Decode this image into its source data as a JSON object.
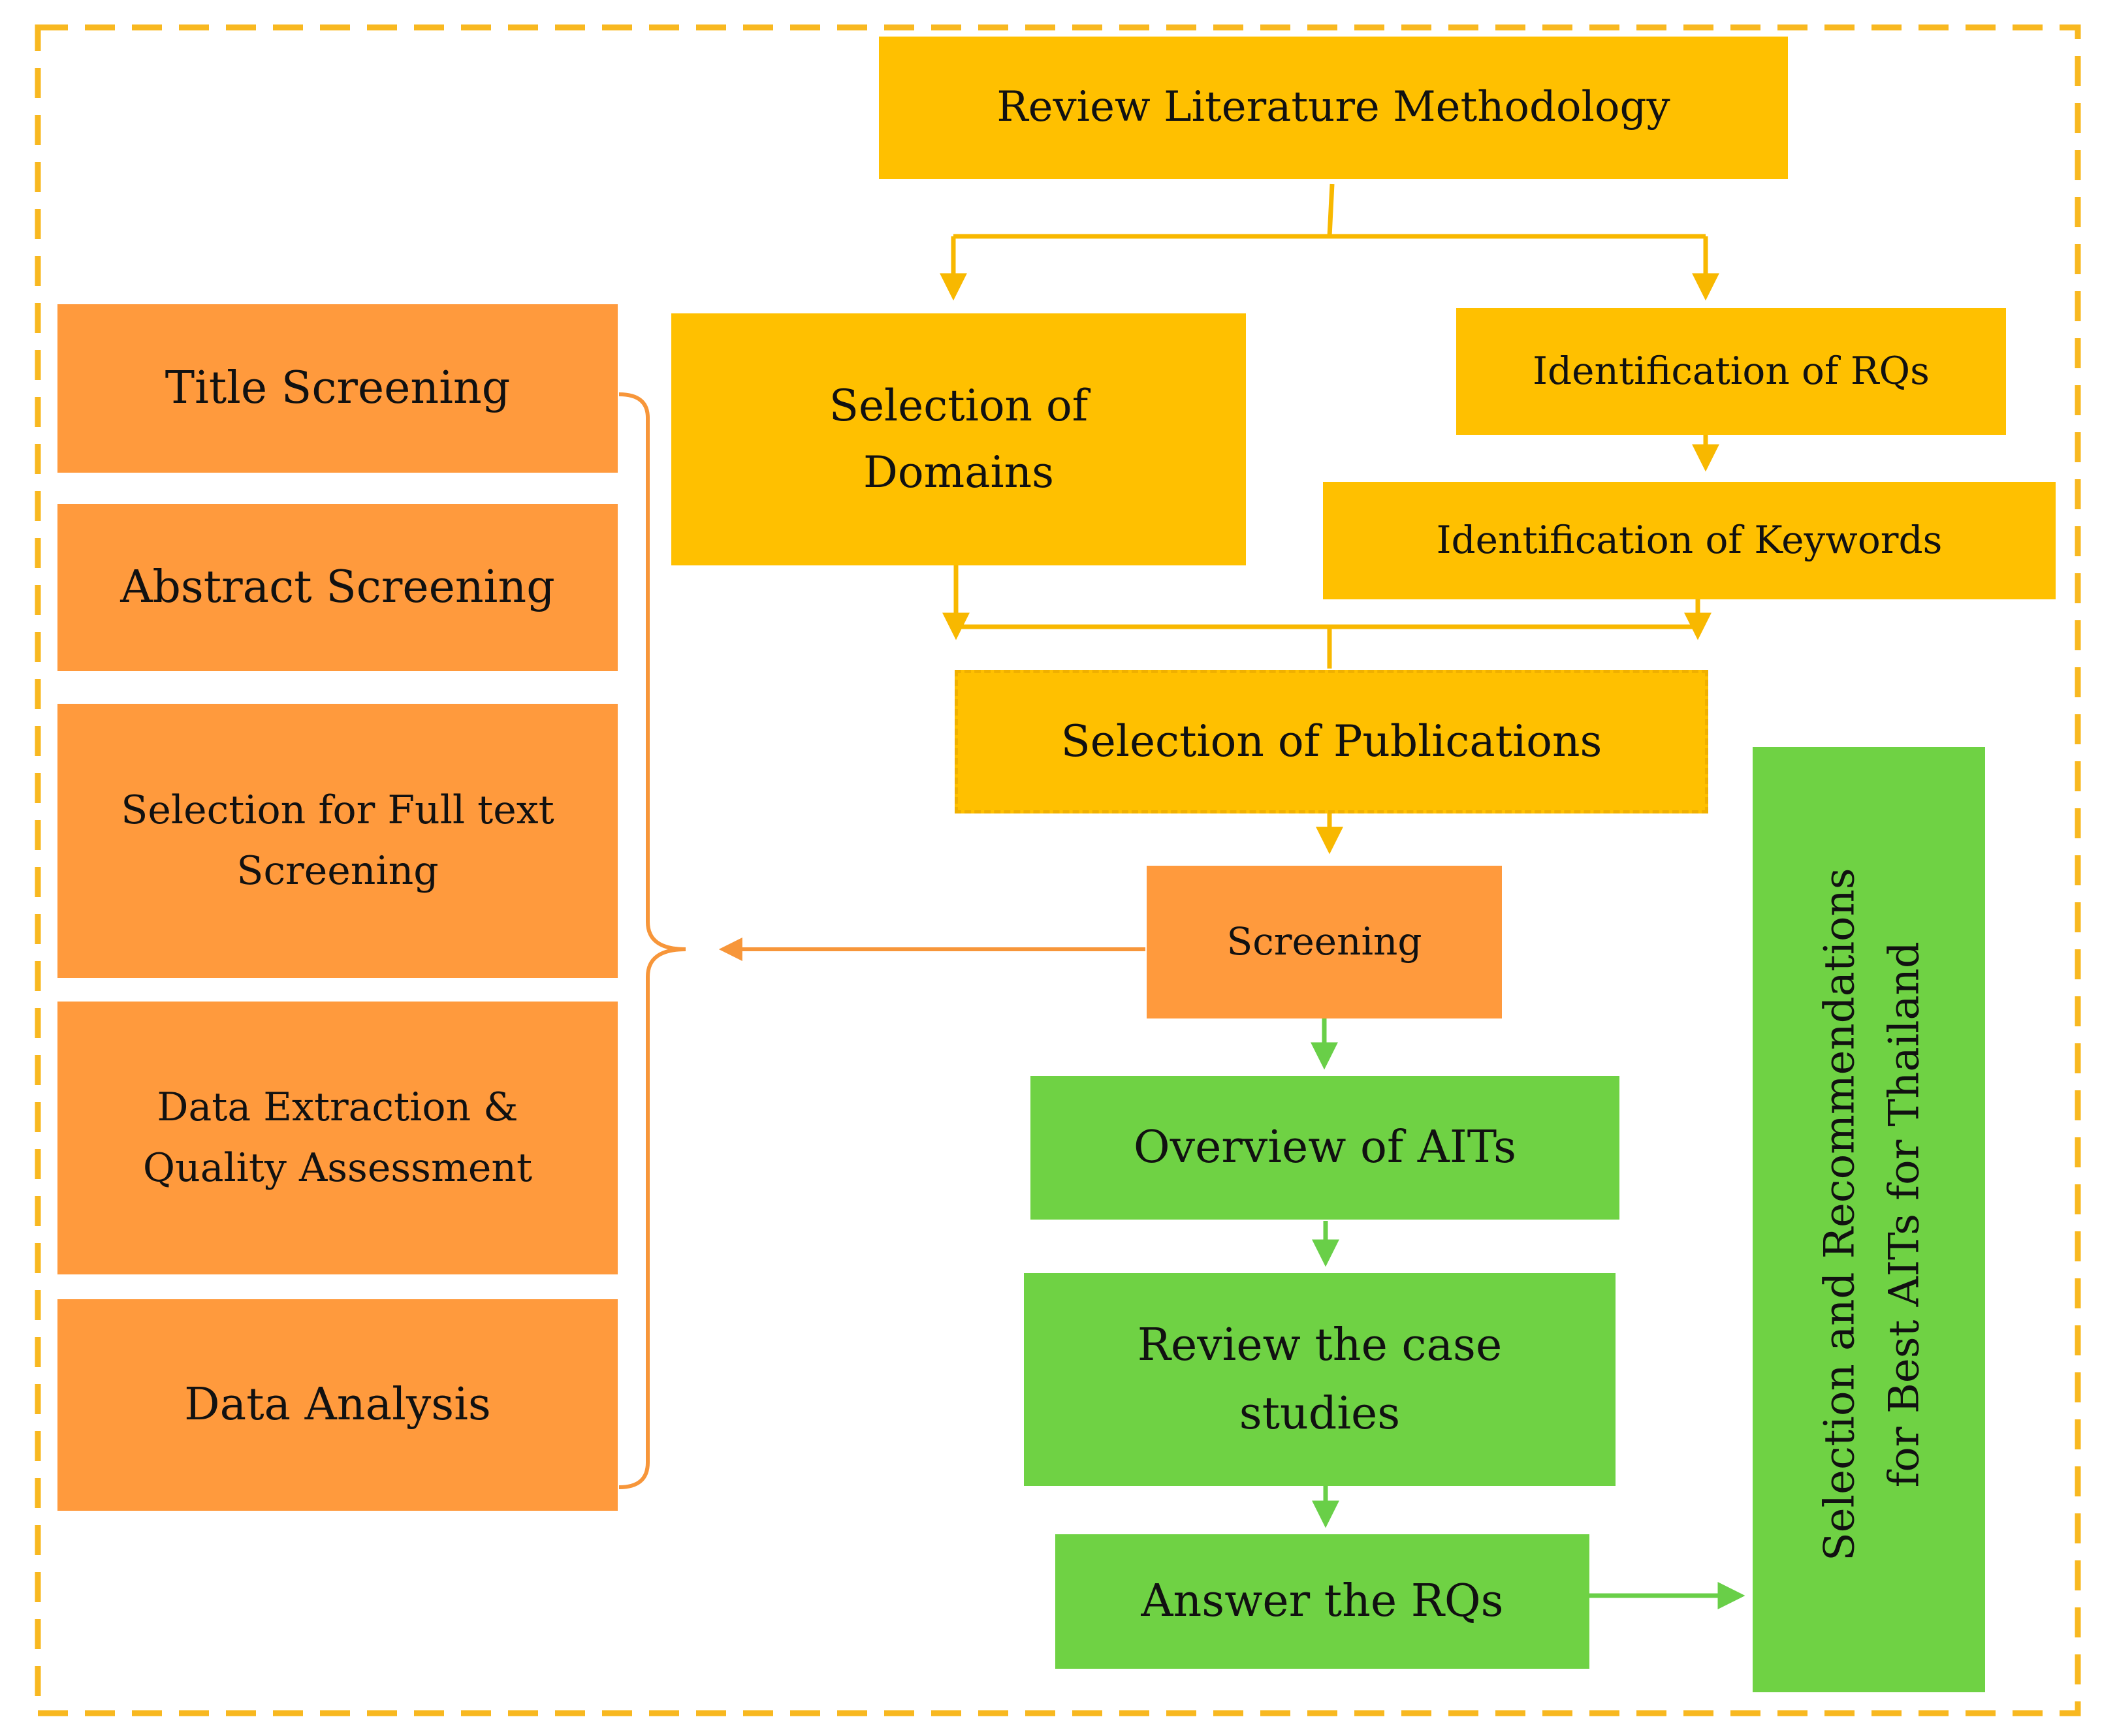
{
  "colors": {
    "frame": "#F8B820",
    "yellow": "#FFC000",
    "orange": "#FF9A3D",
    "green": "#6FD244",
    "orange_line": "#F7963A",
    "yellow_line": "#F8B800",
    "green_line": "#69CF48"
  },
  "flow": {
    "review_methodology": "Review Literature Methodology",
    "selection_domains_line1": "Selection of",
    "selection_domains_line2": "Domains",
    "identification_rqs": "Identification of RQs",
    "identification_keywords": "Identification of Keywords",
    "selection_publications": "Selection of Publications",
    "screening": "Screening",
    "overview_aits": "Overview of AITs",
    "review_case_line1": "Review the case",
    "review_case_line2": "studies",
    "answer_rqs": "Answer the RQs",
    "recommendation_line1": "Selection and Recommendations",
    "recommendation_line2": "for Best AITs for Thailand"
  },
  "screening_steps": {
    "title_screening": "Title Screening",
    "abstract_screening": "Abstract Screening",
    "full_text_line1": "Selection for Full text",
    "full_text_line2": "Screening",
    "data_extraction_line1": "Data Extraction &",
    "data_extraction_line2": "Quality Assessment",
    "data_analysis": "Data Analysis"
  }
}
